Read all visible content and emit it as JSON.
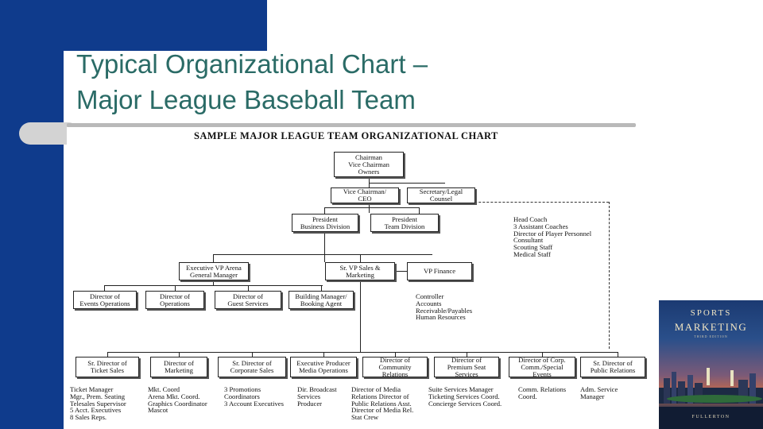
{
  "slide": {
    "title_line1": "Typical Organizational Chart –",
    "title_line2": "Major League Baseball Team",
    "colors": {
      "accent_blue": "#0f3b8c",
      "title_teal": "#2a6b66",
      "divider_gray": "#b9b9b9"
    }
  },
  "org_chart": {
    "heading": "SAMPLE MAJOR LEAGUE TEAM ORGANIZATIONAL CHART",
    "boxes": {
      "chairman": [
        "Chairman",
        "Vice Chairman",
        "Owners"
      ],
      "vice_chairman_ceo": [
        "Vice Chairman/",
        "CEO"
      ],
      "secretary_legal": [
        "Secretary/Legal",
        "Counsel"
      ],
      "president_business": [
        "President",
        "Business Division"
      ],
      "president_team": [
        "President",
        "Team Division"
      ],
      "evp_gm": [
        "Executive VP Arena",
        "General Manager"
      ],
      "svp_sales": [
        "Sr. VP Sales &",
        "Marketing"
      ],
      "vp_finance": [
        "VP Finance"
      ],
      "dir_events": [
        "Director of",
        "Events Operations"
      ],
      "dir_operations": [
        "Director of",
        "Operations"
      ],
      "dir_guest": [
        "Director of",
        "Guest Services"
      ],
      "building_manager": [
        "Building Manager/",
        "Booking Agent"
      ],
      "dir_ticket": [
        "Sr. Director of",
        "Ticket Sales"
      ],
      "dir_marketing": [
        "Director of",
        "Marketing"
      ],
      "dir_corporate": [
        "Sr. Director of",
        "Corporate Sales"
      ],
      "exec_producer": [
        "Executive Producer",
        "Media Operations"
      ],
      "dir_community": [
        "Director of",
        "Community",
        "Relations"
      ],
      "dir_premium": [
        "Director of",
        "Premium Seat",
        "Services"
      ],
      "dir_corp_comm": [
        "Director of Corp.",
        "Comm./Special",
        "Events"
      ],
      "dir_public": [
        "Sr. Director of",
        "Public Relations"
      ]
    },
    "team_staff": [
      "Head Coach",
      "3 Assistant Coaches",
      "Director of Player Personnel",
      "Consultant",
      "Scouting Staff",
      "Medical Staff"
    ],
    "finance_staff": [
      "Controller",
      "Accounts",
      "Receivable/Payables",
      "Human Resources"
    ],
    "staff_lists": {
      "ticket": [
        "Ticket Manager",
        "Mgr., Prem. Seating",
        "Telesales Supervisor",
        "5 Acct. Executives",
        "8 Sales Reps."
      ],
      "marketing": [
        "Mkt. Coord",
        "Arena Mkt. Coord.",
        "Graphics Coordinator",
        "Mascot"
      ],
      "corporate": [
        "3 Promotions",
        "   Coordinators",
        "3 Account Executives"
      ],
      "media": [
        "Dir. Broadcast",
        "Services",
        "Producer"
      ],
      "community": [
        "Director of Media",
        "Relations Director of",
        "Public Relations Asst.",
        "Director of Media Rel.",
        "Stat Crew"
      ],
      "premium": [
        "Suite Services Manager",
        "Ticketing Services Coord.",
        "Concierge Services Coord."
      ],
      "corp_comm": [
        "Comm. Relations",
        "Coord."
      ],
      "public": [
        "Adm. Service",
        "Manager"
      ]
    }
  },
  "book_cover": {
    "line1": "SPORTS",
    "line2": "MARKETING",
    "edition": "THIRD EDITION",
    "author": "FULLERTON"
  }
}
